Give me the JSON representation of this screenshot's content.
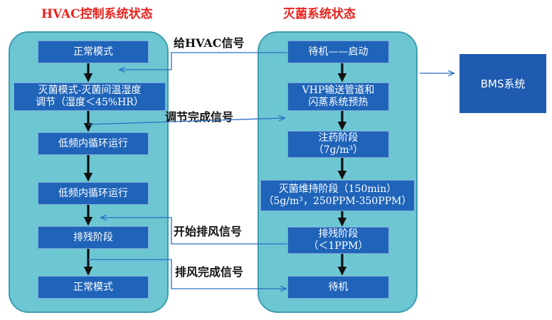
{
  "titles": {
    "hvac": "HVAC控制系统状态",
    "sterilization": "灭菌系统状态"
  },
  "hvac_steps": [
    "正常模式",
    "灭菌模式-灭菌间温湿度\n调节（湿度＜45%HR）",
    "低频内循环运行",
    "低频内循环运行",
    "排残阶段",
    "正常模式"
  ],
  "sterilization_steps": [
    "待机——启动",
    "VHP输送管道和\n闪蒸系统预热",
    "注药阶段\n（7g/m³）",
    "灭菌维持阶段（150min）\n（5g/m³，250PPM-350PPM）",
    "排残阶段\n（＜1PPM）",
    "待机"
  ],
  "bms": "BMS系统",
  "signals": {
    "to_hvac": "给HVAC信号",
    "adjust_done": "调节完成信号",
    "start_exhaust": "开始排风信号",
    "exhaust_done": "排风完成信号"
  },
  "colors": {
    "title_red": "#e8231e",
    "panel_fill": "#6cc7d3",
    "step_fill": "#1f64b9",
    "signal_line": "#2a6fc4"
  }
}
